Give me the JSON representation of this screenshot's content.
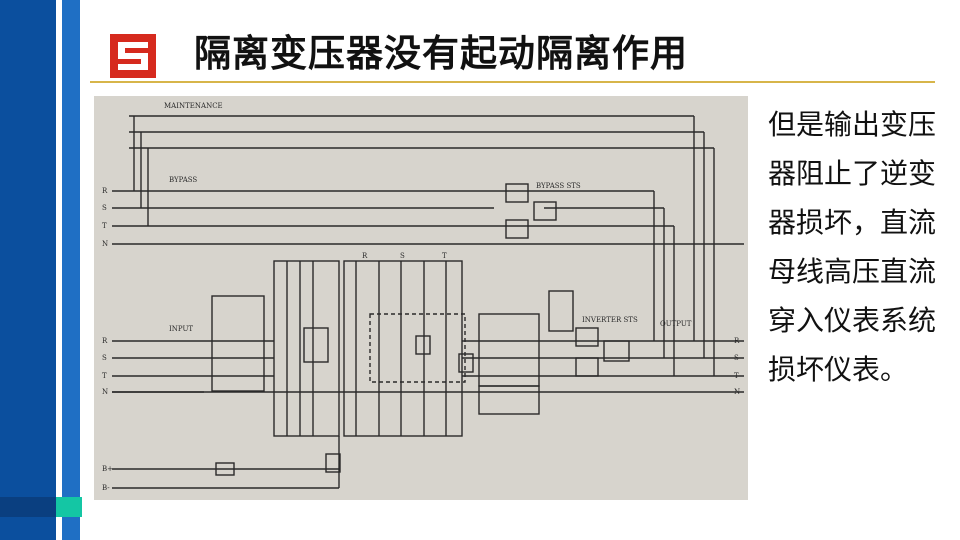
{
  "slide": {
    "title": "隔离变压器没有起动隔离作用",
    "body": "但是输出变压器阻止了逆变器损坏，直流母线高压直流穿入仪表系统损坏仪表。"
  },
  "logo": {
    "icon": "company-logo-icon",
    "color": "#d62a1e"
  },
  "diagram": {
    "labels": {
      "maintenance": "MAINTENANCE",
      "bypass": "BYPASS",
      "bypass_sts": "BYPASS STS",
      "input": "INPUT",
      "inverter_sts": "INVERTER STS",
      "output": "OUTPUT",
      "r": "R",
      "s": "S",
      "t": "T",
      "n": "N",
      "b_plus": "B+",
      "b_minus": "B-"
    }
  },
  "colors": {
    "sidebar_dark": "#0b4f9e",
    "sidebar_light": "#1f6fc4",
    "teal_accent": "#14c6a4",
    "title_rule": "#d7b54a"
  }
}
